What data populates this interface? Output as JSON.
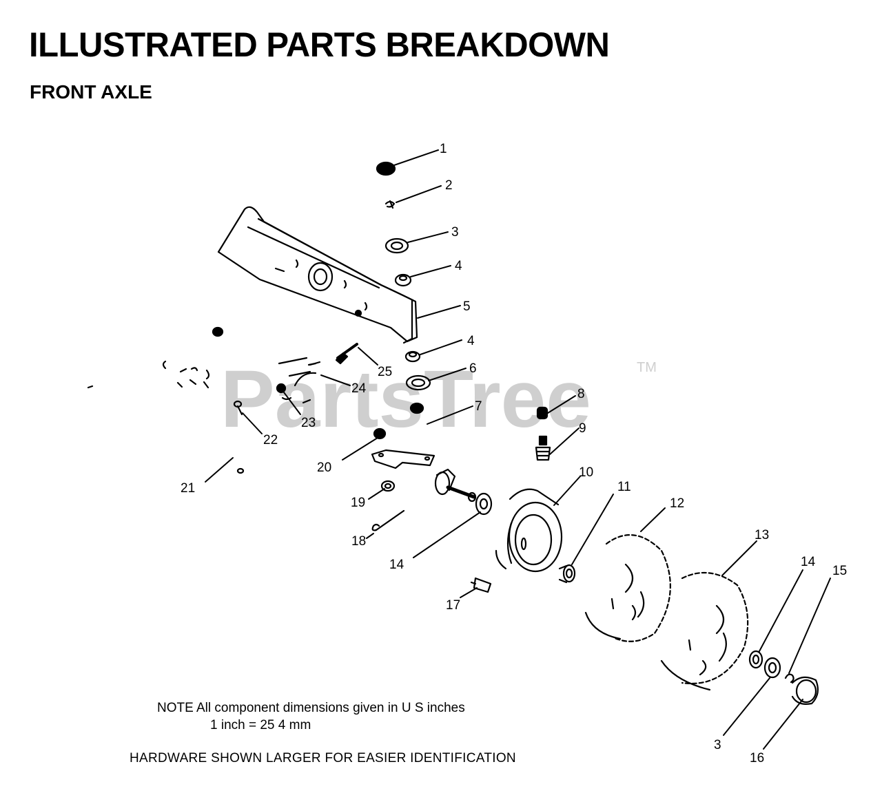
{
  "header": {
    "title": "ILLUSTRATED PARTS BREAKDOWN",
    "subtitle": "FRONT AXLE"
  },
  "watermark": {
    "text": "PartsTree",
    "trademark": "TM",
    "color": "#cfcfcf"
  },
  "callouts": {
    "c1": "1",
    "c2": "2",
    "c3a": "3",
    "c4a": "4",
    "c5": "5",
    "c4b": "4",
    "c6": "6",
    "c25": "25",
    "c24": "24",
    "c23": "23",
    "c22": "22",
    "c7": "7",
    "c8": "8",
    "c9": "9",
    "c20": "20",
    "c21": "21",
    "c19": "19",
    "c18": "18",
    "c14a": "14",
    "c10": "10",
    "c11": "11",
    "c12": "12",
    "c17": "17",
    "c13": "13",
    "c14b": "14",
    "c15": "15",
    "c3b": "3",
    "c16": "16"
  },
  "notes": {
    "line1": "NOTE   All component dimensions given in U S  inches",
    "line2": "1 inch = 25 4 mm",
    "line3": "HARDWARE SHOWN LARGER FOR EASIER IDENTIFICATION"
  }
}
